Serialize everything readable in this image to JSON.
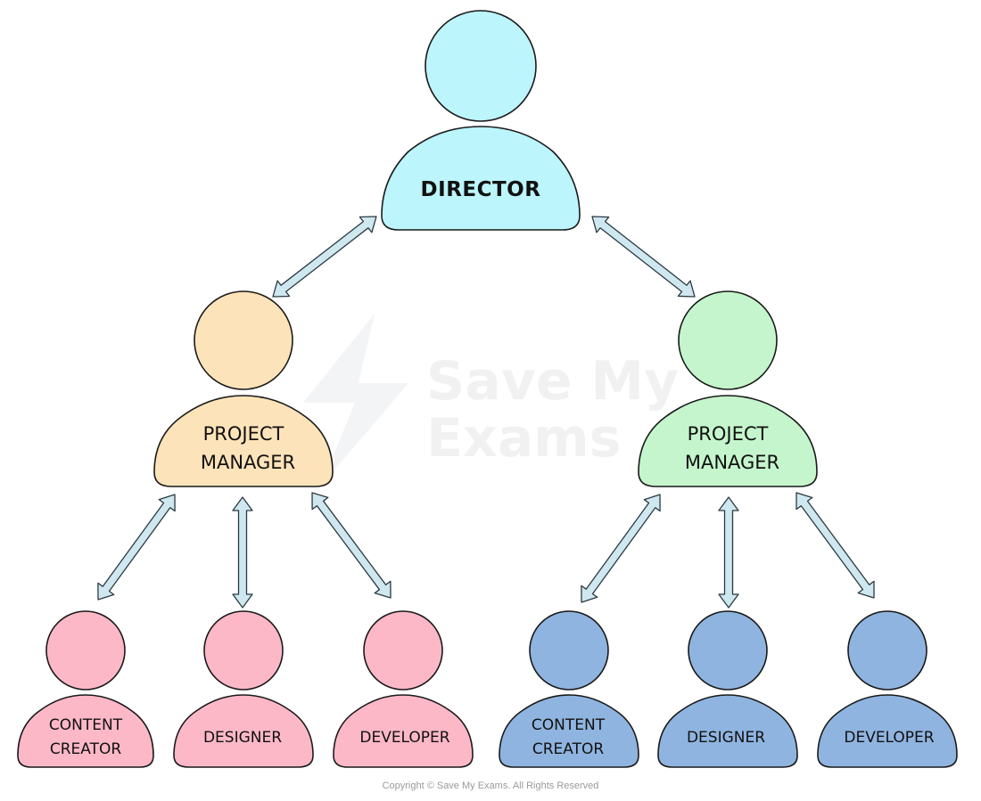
{
  "colors": {
    "director": "#bcf5fb",
    "pm_left": "#fde3b9",
    "pm_right": "#c5f5cc",
    "staff_left": "#fdb8c8",
    "staff_right": "#8fb4e0",
    "arrow_fill": "#cfe7ef"
  },
  "director": {
    "line1": "DIRECTOR"
  },
  "managers": [
    {
      "line1": "PROJECT",
      "line2": "MANAGER"
    },
    {
      "line1": "PROJECT",
      "line2": "MANAGER"
    }
  ],
  "left_team": [
    {
      "line1": "CONTENT",
      "line2": "CREATOR"
    },
    {
      "line1": "DESIGNER"
    },
    {
      "line1": "DEVELOPER"
    }
  ],
  "right_team": [
    {
      "line1": "CONTENT",
      "line2": "CREATOR"
    },
    {
      "line1": "DESIGNER"
    },
    {
      "line1": "DEVELOPER"
    }
  ],
  "watermark": {
    "line1": "Save My",
    "line2": "Exams"
  },
  "copyright": "Copyright © Save My Exams. All Rights Reserved"
}
